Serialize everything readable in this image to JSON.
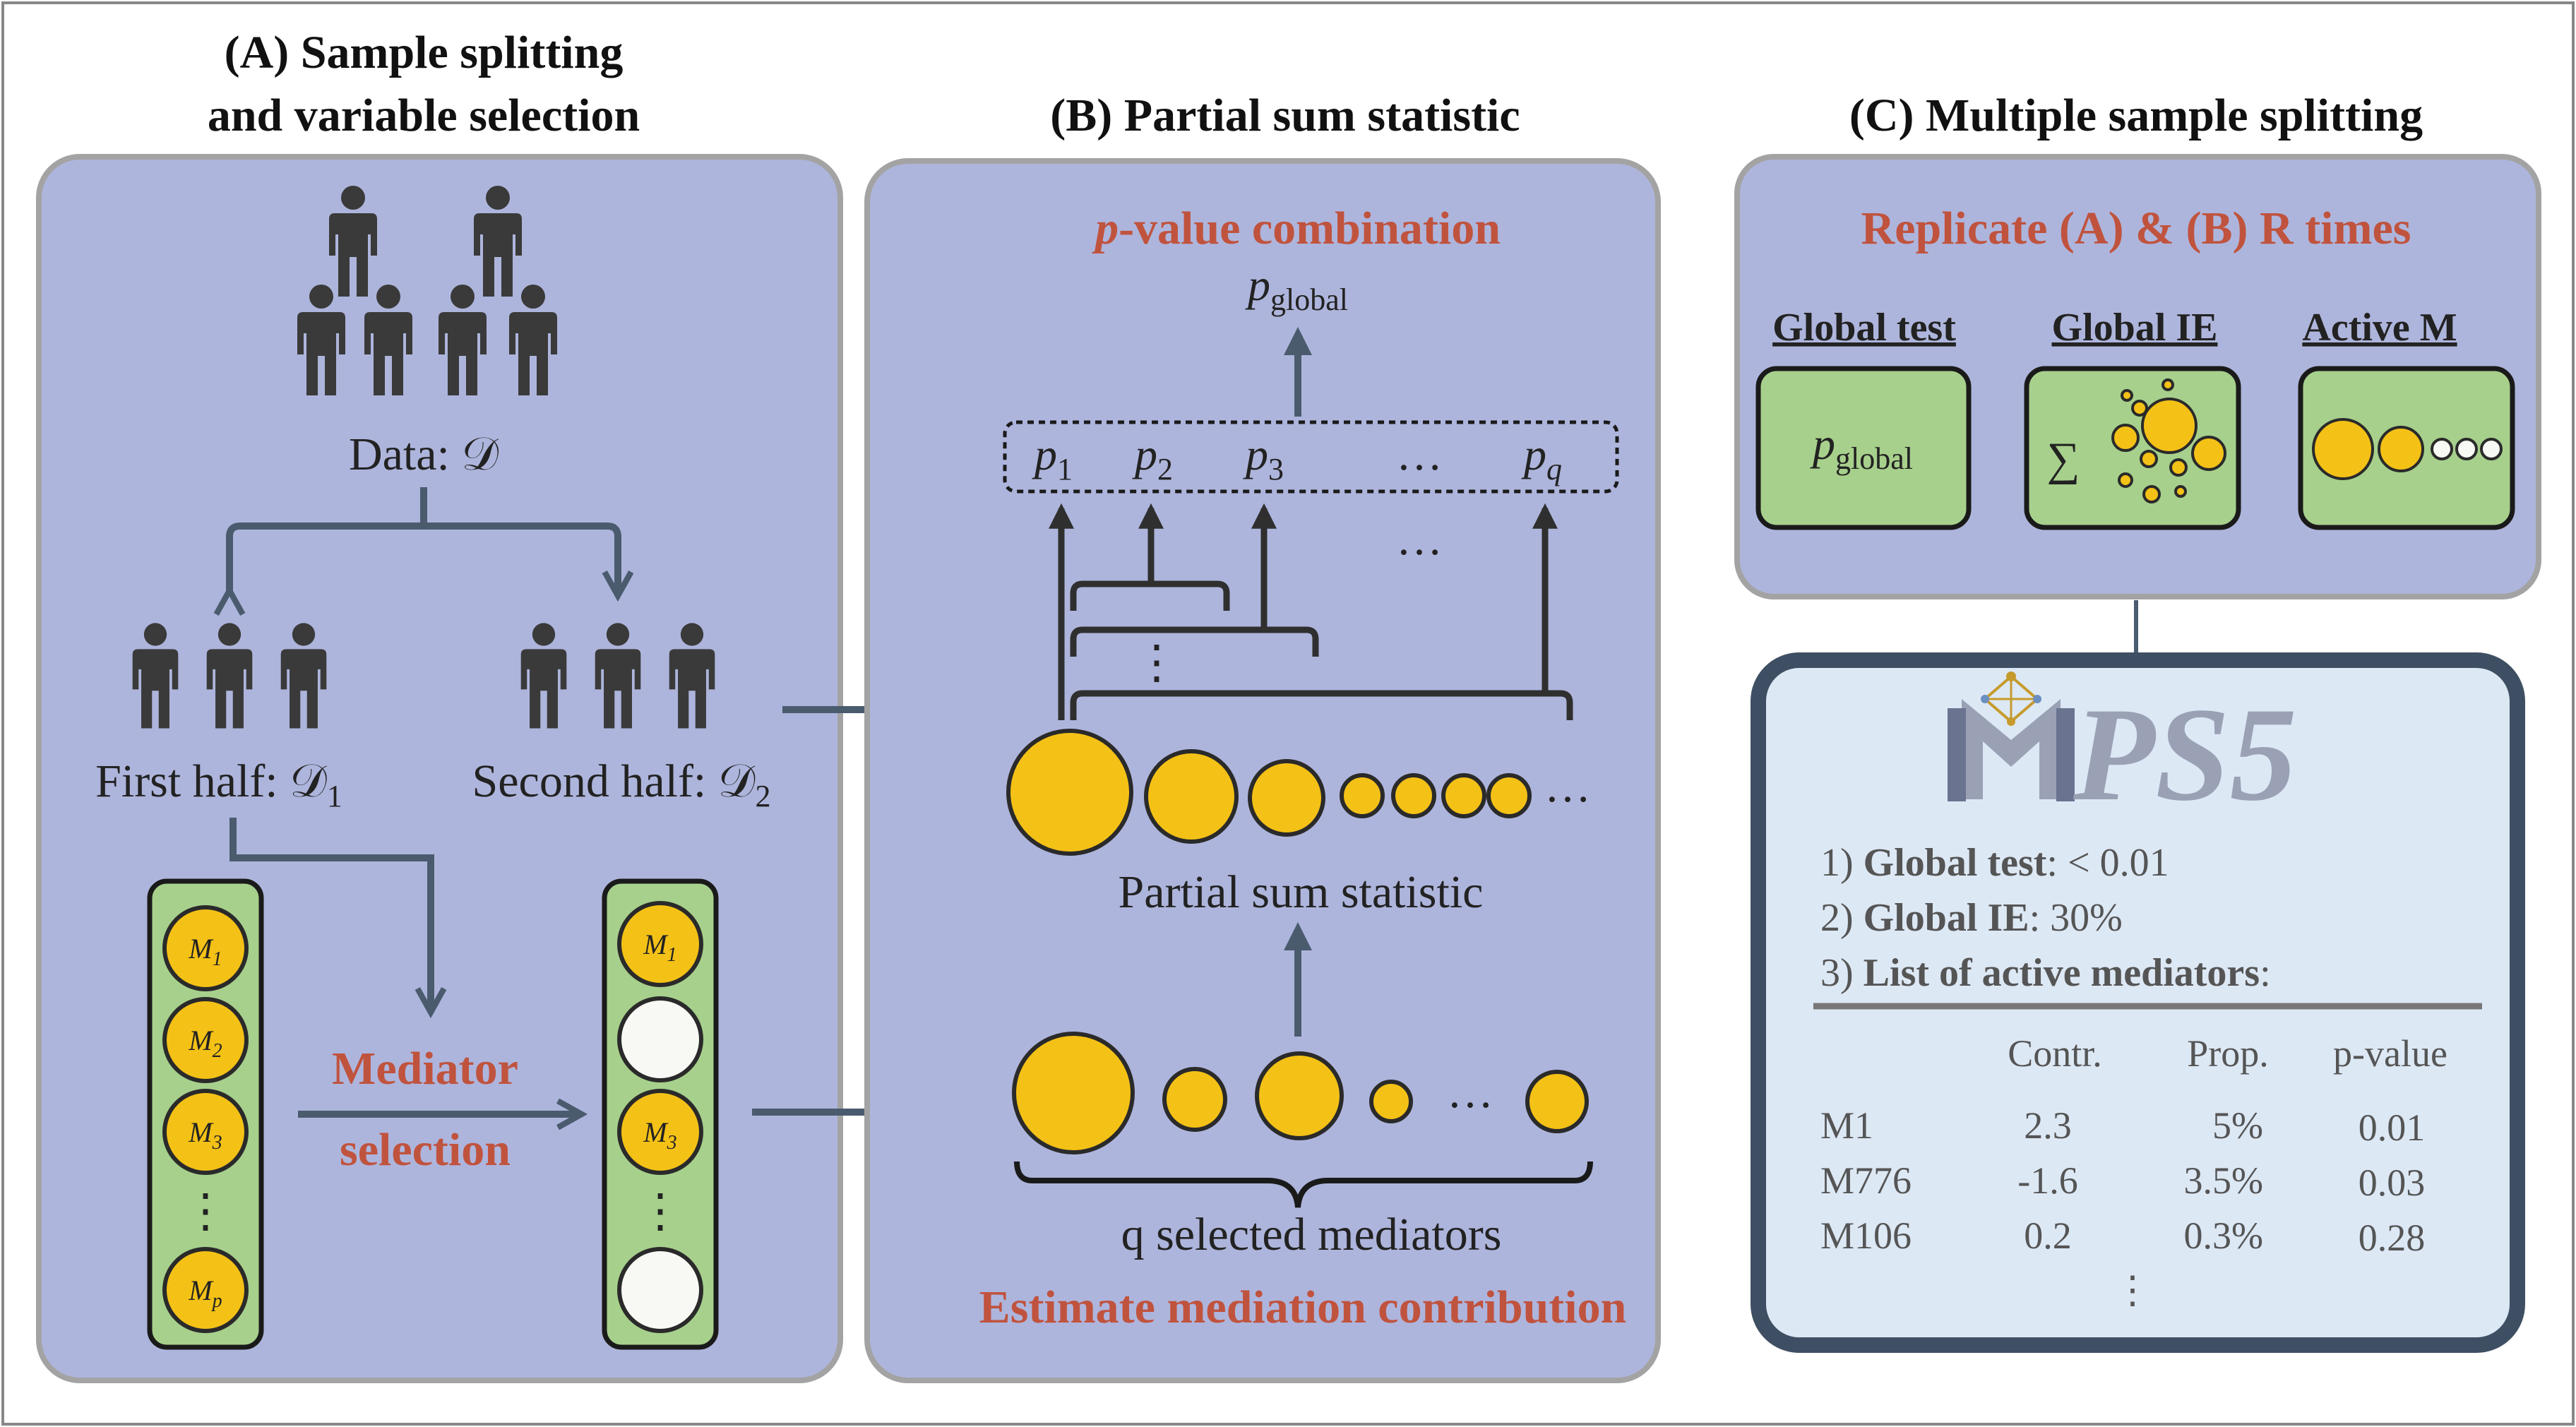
{
  "panel_a": {
    "title_line1": "(A) Sample splitting",
    "title_line2": "and variable selection",
    "data_label": "Data: 𝒟",
    "first_half_text": "First half: 𝒟",
    "first_half_sub": "1",
    "second_half_text": "Second half: 𝒟",
    "second_half_sub": "2",
    "mediator_selection_line1": "Mediator",
    "mediator_selection_line2": "selection",
    "mediators_left": [
      {
        "base": "M",
        "sub": "1"
      },
      {
        "base": "M",
        "sub": "2"
      },
      {
        "base": "M",
        "sub": "3"
      },
      {
        "base": "M",
        "sub": "p"
      }
    ],
    "mediators_right": [
      {
        "base": "M",
        "sub": "1"
      },
      {
        "base": "M",
        "sub": "3"
      }
    ],
    "vdots": "⋮"
  },
  "panel_b": {
    "title": "(B) Partial sum statistic",
    "pvalue_combination_italic": "p",
    "pvalue_combination_rest": "-value combination",
    "p_global_base": "p",
    "p_global_sub": "global",
    "pvals": [
      {
        "base": "p",
        "sub": "1"
      },
      {
        "base": "p",
        "sub": "2"
      },
      {
        "base": "p",
        "sub": "3"
      },
      {
        "base": "p",
        "sub": "q"
      }
    ],
    "ellipsis": "…",
    "ellipsis_mid": "…",
    "vdots": "⋮",
    "dots_after_circles": "…",
    "dots_between_circles": "…",
    "partial_sum_label": "Partial sum statistic",
    "selected_label": "q selected mediators",
    "estimate_label": "Estimate mediation contribution"
  },
  "panel_c": {
    "title": "(C) Multiple sample splitting",
    "replicate_label": "Replicate (A) & (B) R times",
    "global_test_header": "Global test",
    "global_ie_header": "Global IE",
    "active_m_header": "Active M",
    "p_global_base": "p",
    "p_global_sub": "global",
    "sum_symbol": "∑",
    "logo_text": "PS5",
    "result_1_prefix": "1) ",
    "result_1_bold": "Global test",
    "result_1_rest": ": < 0.01",
    "result_2_prefix": "2) ",
    "result_2_bold": "Global IE",
    "result_2_rest": ": 30%",
    "result_3_prefix": "3) ",
    "result_3_bold": "List of active mediators",
    "result_3_rest": ":",
    "table_headers": [
      "Contr.",
      "Prop.",
      "p-value"
    ],
    "table_rows": [
      [
        "M1",
        "2.3",
        "5%",
        "0.01"
      ],
      [
        "M776",
        "-1.6",
        "3.5%",
        "0.03"
      ],
      [
        "M106",
        "0.2",
        "0.3%",
        "0.28"
      ]
    ],
    "table_vdots": "⋮"
  },
  "colors": {
    "panel_fill": "#aeb5dc",
    "panel_stroke": "#a3a3a3",
    "arrow": "#4a5b6e",
    "bracket": "#2f2f2f",
    "circle_fill": "#f4c116",
    "circle_stroke": "#2a2a2a",
    "green_box": "#a7d08c",
    "accent_red": "#c0533e",
    "mps5_panel": "#dde8f5",
    "mps5_border": "#3f4f63"
  }
}
